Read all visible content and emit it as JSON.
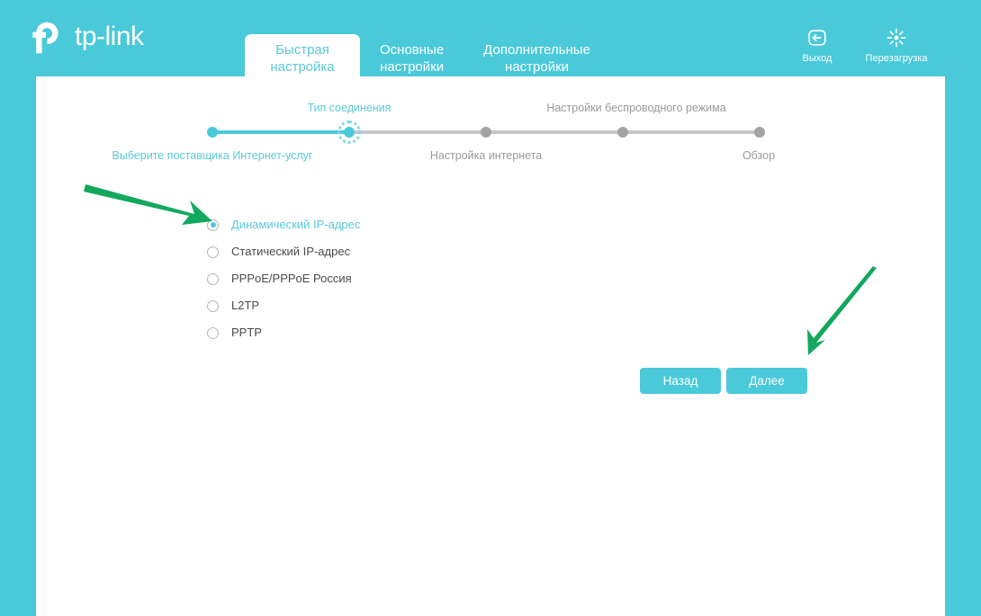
{
  "brand": {
    "name": "tp-link",
    "logo_icon": "tp-link-logo-icon",
    "header_color": "#4ac9d9"
  },
  "header": {
    "tabs": [
      {
        "id": "quick-setup",
        "label": "Быстрая\nнастройка",
        "active": true
      },
      {
        "id": "basic-settings",
        "label": "Основные\nнастройки",
        "active": false
      },
      {
        "id": "advanced-settings",
        "label": "Дополнительные\nнастройки",
        "active": false
      }
    ],
    "actions": [
      {
        "id": "logout",
        "label": "Выход",
        "icon": "logout-icon"
      },
      {
        "id": "reboot",
        "label": "Перезагрузка",
        "icon": "reboot-icon"
      }
    ]
  },
  "wizard": {
    "steps": [
      {
        "index": 1,
        "label": "Выберите поставщика Интернет-услуг",
        "position": "below",
        "state": "done"
      },
      {
        "index": 2,
        "label": "Тип соединения",
        "position": "above",
        "state": "current"
      },
      {
        "index": 3,
        "label": "Настройка интернета",
        "position": "below",
        "state": "pending"
      },
      {
        "index": 4,
        "label": "Настройки беспроводного режима",
        "position": "above",
        "state": "pending"
      },
      {
        "index": 5,
        "label": "Обзор",
        "position": "below",
        "state": "pending"
      }
    ],
    "active_color": "#4ac9d9",
    "pending_color": "#a3a3a3"
  },
  "connection_types": {
    "options": [
      {
        "id": "dynamic-ip",
        "label": "Динамический IP-адрес",
        "selected": true
      },
      {
        "id": "static-ip",
        "label": "Статический IP-адрес",
        "selected": false
      },
      {
        "id": "pppoe",
        "label": "PPPoE/PPPoE Россия",
        "selected": false
      },
      {
        "id": "l2tp",
        "label": "L2TP",
        "selected": false
      },
      {
        "id": "pptp",
        "label": "PPTP",
        "selected": false
      }
    ]
  },
  "buttons": {
    "back": "Назад",
    "next": "Далее",
    "color": "#4ac9d9"
  },
  "annotations": {
    "color": "#12a85e",
    "arrows": [
      {
        "id": "arrow-to-dynamic-ip",
        "points_to": "dynamic-ip-radio"
      },
      {
        "id": "arrow-to-next-button",
        "points_to": "next-button"
      }
    ]
  }
}
